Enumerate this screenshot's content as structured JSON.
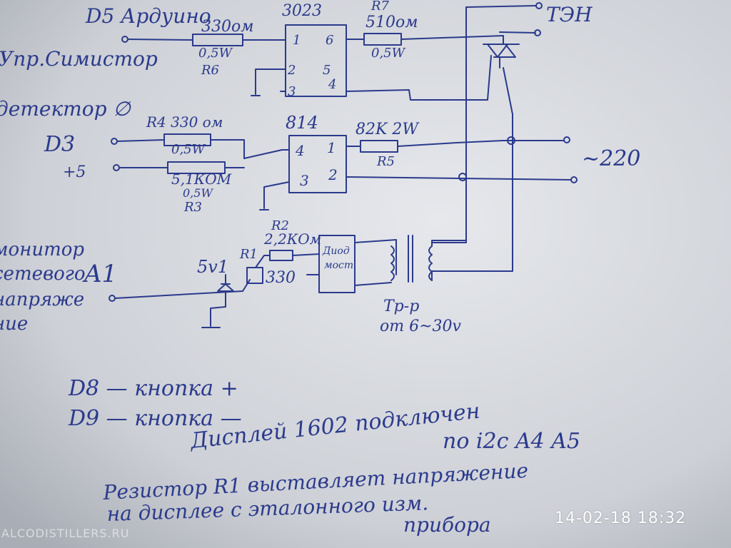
{
  "labels": {
    "d5": "D5 Ардуино",
    "upr": "Упр.Симистор",
    "opto1": "3023",
    "r7": "R7",
    "r7_val": "510ом",
    "r7_w": "0,5W",
    "r6_val": "330ом",
    "r6_w": "0,5W",
    "r6": "R6",
    "ten": "ТЭН",
    "detector": "детектор ∅",
    "d3": "D3",
    "plus5": "+5",
    "r4": "R4 330 ом",
    "r4_w": "0,5W",
    "r3_val": "5,1КОМ",
    "r3_w": "0,5W",
    "r3": "R3",
    "opto2": "814",
    "r5_val": "82K 2W",
    "r5": "R5",
    "v220": "~220",
    "monitor1": "монитор",
    "monitor2": "сетевого",
    "a1": "A1",
    "monitor3": "напряже",
    "monitor4": "ние",
    "r2": "R2",
    "r2_val": "2,2КОм",
    "v5": "5v1",
    "r1": "R1",
    "r1_val": "330",
    "bridge1": "Диод",
    "bridge2": "мост",
    "trans": "Тр-р",
    "trans_v": "от 6~30v",
    "pin1": "1",
    "pin2": "2",
    "pin3": "3",
    "pin4": "4",
    "pin5": "5",
    "pin6": "6",
    "pinb4": "4",
    "pinb3": "3",
    "pinb1": "1",
    "pinb2": "2"
  },
  "notes": {
    "d8": "D8 — кнопка +",
    "d9": "D9 — кнопка —",
    "display1": "Дисплей 1602 подключен",
    "display2": "по i2c A4 A5",
    "r1note1": "Резистор R1 выставляет напряжение",
    "r1note2": "на дисплее с эталонного изм.",
    "r1note3": "прибора"
  },
  "watermark": "ALCODISTILLERS.RU",
  "timestamp": "14-02-18 18:32",
  "colors": {
    "paper": "#cfd2d8",
    "ink": "#2b3a8c"
  }
}
